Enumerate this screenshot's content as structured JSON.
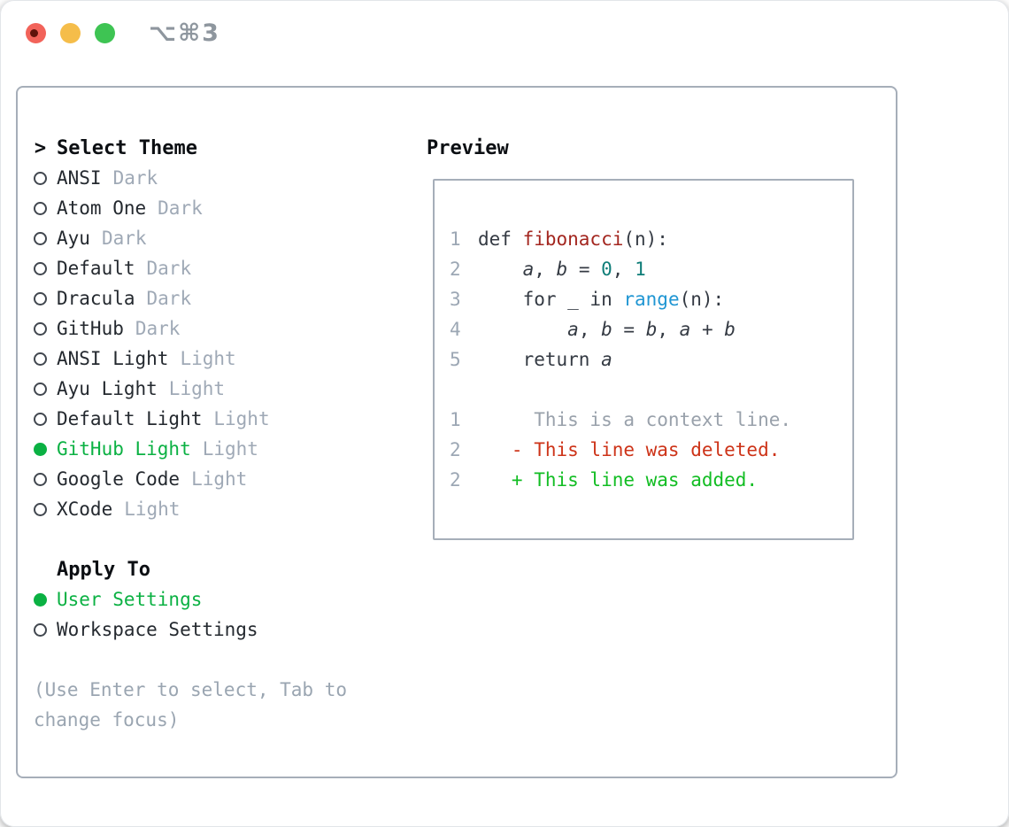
{
  "window": {
    "shortcut": "⌥⌘3"
  },
  "theme_panel": {
    "header": {
      "caret": ">",
      "label": "Select Theme"
    },
    "themes": [
      {
        "name": "ANSI",
        "tag": "Dark",
        "selected": false
      },
      {
        "name": "Atom One",
        "tag": "Dark",
        "selected": false
      },
      {
        "name": "Ayu",
        "tag": "Dark",
        "selected": false
      },
      {
        "name": "Default",
        "tag": "Dark",
        "selected": false
      },
      {
        "name": "Dracula",
        "tag": "Dark",
        "selected": false
      },
      {
        "name": "GitHub",
        "tag": "Dark",
        "selected": false
      },
      {
        "name": "ANSI Light",
        "tag": "Light",
        "selected": false
      },
      {
        "name": "Ayu Light",
        "tag": "Light",
        "selected": false
      },
      {
        "name": "Default Light",
        "tag": "Light",
        "selected": false
      },
      {
        "name": "GitHub Light",
        "tag": "Light",
        "selected": true
      },
      {
        "name": "Google Code",
        "tag": "Light",
        "selected": false
      },
      {
        "name": "XCode",
        "tag": "Light",
        "selected": false
      }
    ],
    "apply_to": {
      "label": "Apply To",
      "options": [
        {
          "name": "User Settings",
          "selected": true
        },
        {
          "name": "Workspace Settings",
          "selected": false
        }
      ]
    },
    "hint": "(Use Enter to select, Tab to change focus)"
  },
  "preview": {
    "label": "Preview",
    "code_lines": [
      {
        "num": "1",
        "tokens": [
          [
            "def ",
            "kw"
          ],
          [
            "fibonacci",
            "fn"
          ],
          [
            "(n):",
            "plain"
          ]
        ]
      },
      {
        "num": "2",
        "tokens": [
          [
            "    ",
            "plain"
          ],
          [
            "a",
            "var"
          ],
          [
            ", ",
            "plain"
          ],
          [
            "b",
            "var"
          ],
          [
            " = ",
            "plain"
          ],
          [
            "0",
            "num"
          ],
          [
            ", ",
            "plain"
          ],
          [
            "1",
            "num"
          ]
        ]
      },
      {
        "num": "3",
        "tokens": [
          [
            "    for _ in ",
            "plain"
          ],
          [
            "range",
            "call"
          ],
          [
            "(n):",
            "plain"
          ]
        ]
      },
      {
        "num": "4",
        "tokens": [
          [
            "        ",
            "plain"
          ],
          [
            "a",
            "var"
          ],
          [
            ", ",
            "plain"
          ],
          [
            "b",
            "var"
          ],
          [
            " = ",
            "plain"
          ],
          [
            "b",
            "var"
          ],
          [
            ", ",
            "plain"
          ],
          [
            "a",
            "var"
          ],
          [
            " + ",
            "plain"
          ],
          [
            "b",
            "var"
          ]
        ]
      },
      {
        "num": "5",
        "tokens": [
          [
            "    return ",
            "plain"
          ],
          [
            "a",
            "var"
          ]
        ]
      }
    ],
    "diff_lines": [
      {
        "num": "1",
        "kind": "context",
        "text": "     This is a context line."
      },
      {
        "num": "2",
        "kind": "deleted",
        "text": "   - This line was deleted."
      },
      {
        "num": "2",
        "kind": "added",
        "text": "   + This line was added."
      }
    ]
  },
  "colors": {
    "accent-green": "#0bb143",
    "diff-added": "#12bd23",
    "diff-deleted": "#cd3318",
    "context-gray": "#99a1ab",
    "code-plain": "#343a43",
    "code-function": "#a3261f",
    "code-number": "#0f7d78",
    "code-call": "#2096d3",
    "line-number": "#9ca7b4",
    "tag-gray": "#9fa9b6",
    "hint-gray": "#9aa5b1",
    "panel-border": "#a6aeb9",
    "traffic-red": "#f2635a",
    "traffic-yellow": "#f5bd4a",
    "traffic-green": "#3ec453",
    "title-gray": "#8e969e",
    "text-dark": "#24292f"
  }
}
